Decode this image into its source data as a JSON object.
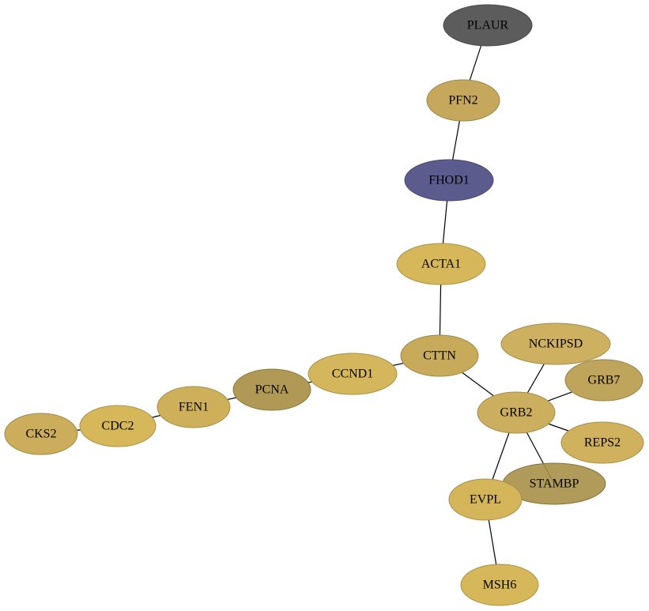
{
  "colors": {
    "gold_light": "#d6b75a",
    "gold": "#c9ad5a",
    "gold_muted": "#c2a85c",
    "olive_dark": "#b09955",
    "navy": "#5a5a8c",
    "gray_dark": "#5c5c5c"
  },
  "nodes": [
    {
      "id": "PLAUR",
      "label": "PLAUR",
      "color": "#5c5c5c"
    },
    {
      "id": "PFN2",
      "label": "PFN2",
      "color": "#c5a85c"
    },
    {
      "id": "FHOD1",
      "label": "FHOD1",
      "color": "#5b5b8e"
    },
    {
      "id": "ACTA1",
      "label": "ACTA1",
      "color": "#d6b75a"
    },
    {
      "id": "CTTN",
      "label": "CTTN",
      "color": "#c7aa5a"
    },
    {
      "id": "CCND1",
      "label": "CCND1",
      "color": "#d4b65c"
    },
    {
      "id": "PCNA",
      "label": "PCNA",
      "color": "#b09955"
    },
    {
      "id": "FEN1",
      "label": "FEN1",
      "color": "#cfb05a"
    },
    {
      "id": "CDC2",
      "label": "CDC2",
      "color": "#d6b75a"
    },
    {
      "id": "CKS2",
      "label": "CKS2",
      "color": "#cbad5c"
    },
    {
      "id": "NCKIPSD",
      "label": "NCKIPSD",
      "color": "#cdb060"
    },
    {
      "id": "GRB7",
      "label": "GRB7",
      "color": "#bfa45c"
    },
    {
      "id": "GRB2",
      "label": "GRB2",
      "color": "#ccaf5e"
    },
    {
      "id": "REPS2",
      "label": "REPS2",
      "color": "#cfb15e"
    },
    {
      "id": "STAMBP",
      "label": "STAMBP",
      "color": "#a99048"
    },
    {
      "id": "EVPL",
      "label": "EVPL",
      "color": "#d4b55a"
    },
    {
      "id": "MSH6",
      "label": "MSH6",
      "color": "#d6b75a"
    }
  ],
  "edges": [
    [
      "PLAUR",
      "PFN2"
    ],
    [
      "PFN2",
      "FHOD1"
    ],
    [
      "FHOD1",
      "ACTA1"
    ],
    [
      "ACTA1",
      "CTTN"
    ],
    [
      "CTTN",
      "CCND1"
    ],
    [
      "CTTN",
      "GRB2"
    ],
    [
      "CCND1",
      "PCNA"
    ],
    [
      "PCNA",
      "FEN1"
    ],
    [
      "FEN1",
      "CDC2"
    ],
    [
      "CDC2",
      "CKS2"
    ],
    [
      "GRB2",
      "NCKIPSD"
    ],
    [
      "GRB2",
      "GRB7"
    ],
    [
      "GRB2",
      "REPS2"
    ],
    [
      "GRB2",
      "STAMBP"
    ],
    [
      "GRB2",
      "EVPL"
    ],
    [
      "EVPL",
      "MSH6"
    ]
  ]
}
